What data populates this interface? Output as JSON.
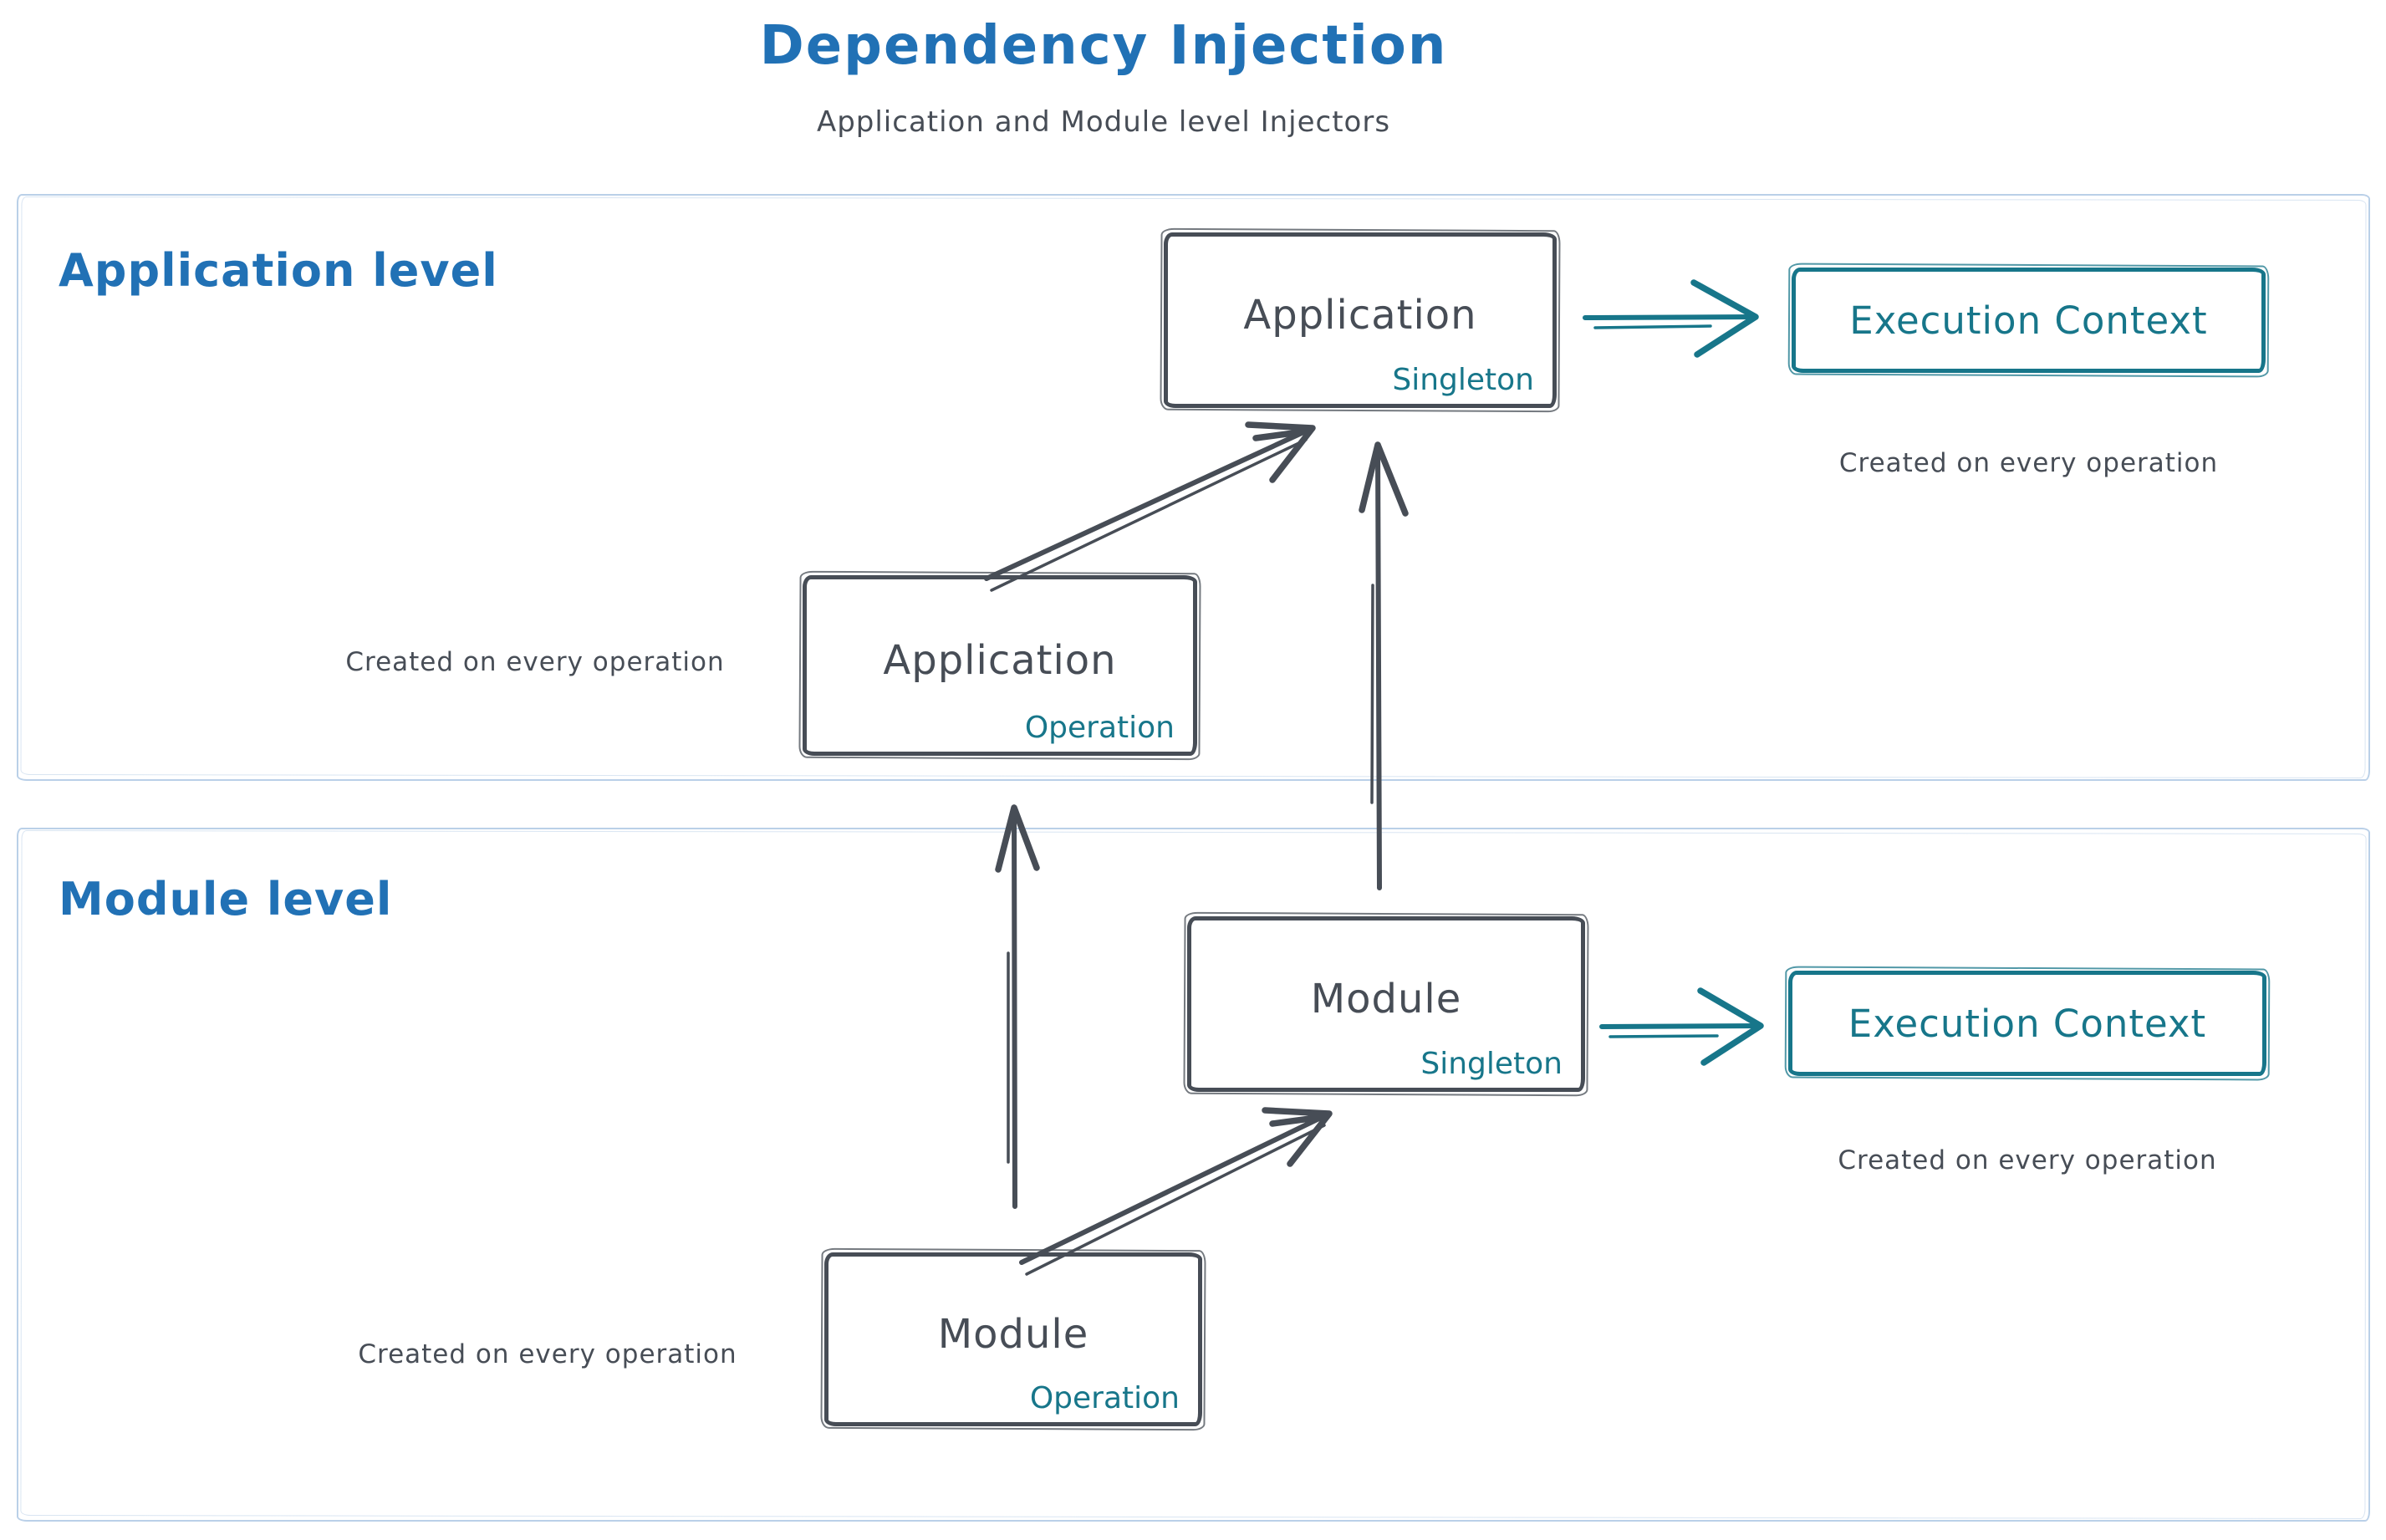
{
  "header": {
    "title": "Dependency Injection",
    "subtitle": "Application and Module level Injectors"
  },
  "sections": {
    "application": {
      "label": "Application level"
    },
    "module": {
      "label": "Module level"
    }
  },
  "boxes": {
    "app_singleton": {
      "name": "Application",
      "scope": "Singleton"
    },
    "app_execution_context": {
      "name": "Execution Context"
    },
    "app_operation": {
      "name": "Application",
      "scope": "Operation"
    },
    "module_singleton": {
      "name": "Module",
      "scope": "Singleton"
    },
    "module_execution_context": {
      "name": "Execution Context"
    },
    "module_operation": {
      "name": "Module",
      "scope": "Operation"
    }
  },
  "captions": {
    "app_execution_context": "Created on every operation",
    "app_operation": "Created on every operation",
    "module_execution_context": "Created on every operation",
    "module_operation": "Created on every operation"
  },
  "edges": [
    {
      "from": "app_singleton",
      "to": "app_execution_context",
      "color": "teal"
    },
    {
      "from": "app_operation",
      "to": "app_singleton",
      "color": "dark"
    },
    {
      "from": "module_singleton",
      "to": "app_singleton",
      "color": "dark"
    },
    {
      "from": "module_singleton",
      "to": "module_execution_context",
      "color": "teal"
    },
    {
      "from": "module_operation",
      "to": "app_operation",
      "color": "dark"
    },
    {
      "from": "module_operation",
      "to": "module_singleton",
      "color": "dark"
    }
  ],
  "colors": {
    "accent_blue": "#2171b5",
    "ink": "#474d56",
    "teal": "#17768a",
    "frame_blue": "#bad0e8"
  }
}
